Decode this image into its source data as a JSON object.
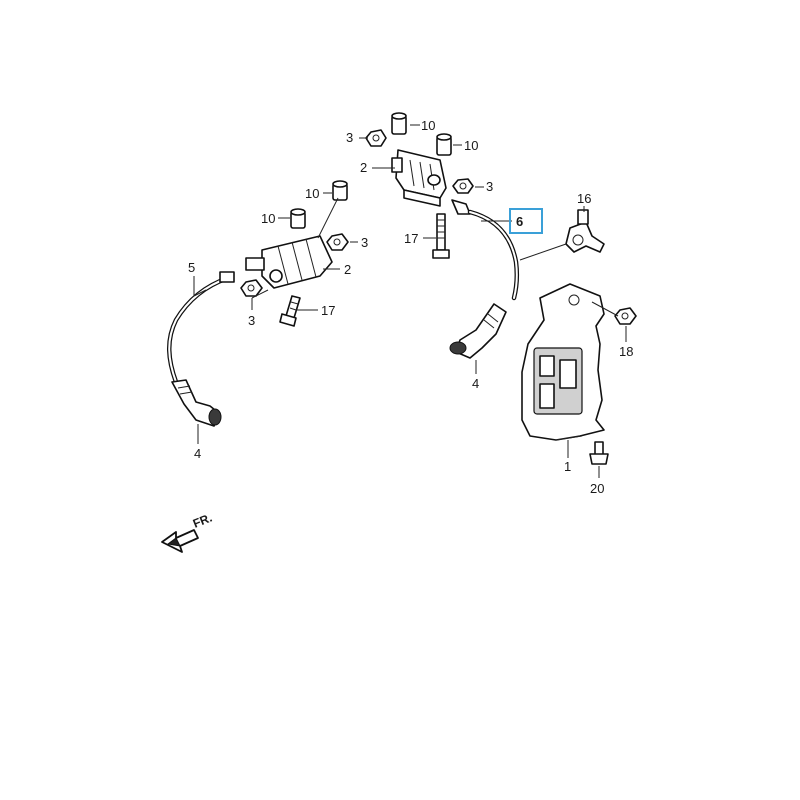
{
  "diagram": {
    "labels": {
      "p3a": "3",
      "p10a": "10",
      "p10b": "10",
      "p2a": "2",
      "p3b": "3",
      "p17a": "17",
      "p6": "6",
      "p16": "16",
      "p10c": "10",
      "p10d": "10",
      "p3c": "3",
      "p5": "5",
      "p2b": "2",
      "p3d": "3",
      "p17b": "17",
      "p4a": "4",
      "p4b": "4",
      "p18": "18",
      "p1": "1",
      "p20": "20"
    },
    "front_marker": "FR.",
    "highlighted_part": "6",
    "colors": {
      "line": "#222222",
      "highlight": "#3aa0d8",
      "background": "#ffffff"
    }
  }
}
